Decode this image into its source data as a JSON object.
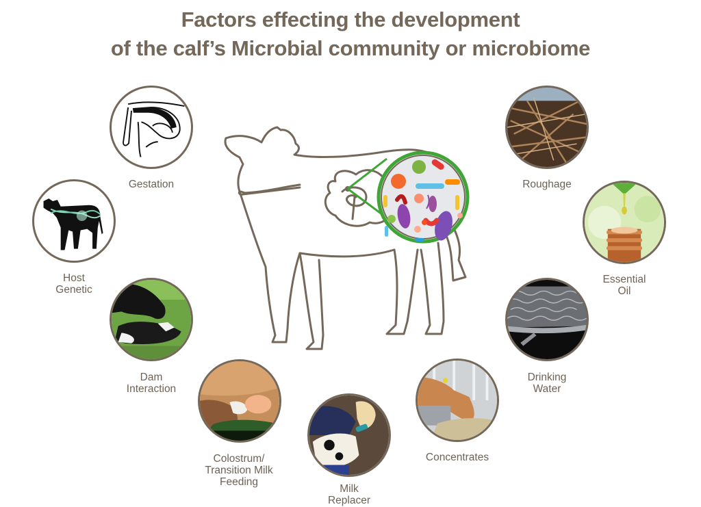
{
  "title": {
    "line1": "Factors effecting the development",
    "line2": "of the calf’s Microbial community or microbiome"
  },
  "center": {
    "illustration": "calf-outline-with-digestive-tract",
    "zoom_callout": "microbiome-bacteria-magnified",
    "callout_color": "#3fa535",
    "outline_color": "#74685a"
  },
  "factors": [
    {
      "id": "gestation",
      "lines": [
        "Gestation"
      ],
      "image": "gestation-uterus-illustration"
    },
    {
      "id": "host-genetic",
      "lines": [
        "Host",
        "Genetic"
      ],
      "image": "calf-silhouette-dna"
    },
    {
      "id": "dam-interaction",
      "lines": [
        "Dam",
        "Interaction"
      ],
      "image": "cow-licking-newborn-calf-photo"
    },
    {
      "id": "colostrum",
      "lines": [
        "Colostrum/",
        "Transition Milk",
        "Feeding"
      ],
      "image": "calf-suckling-udder-photo"
    },
    {
      "id": "milk-replacer",
      "lines": [
        "Milk",
        "Replacer"
      ],
      "image": "calf-bottle-feeding-photo"
    },
    {
      "id": "concentrates",
      "lines": [
        "Concentrates"
      ],
      "image": "calf-eating-pellets-photo"
    },
    {
      "id": "drinking-water",
      "lines": [
        "Drinking",
        "Water"
      ],
      "image": "water-trough-photo"
    },
    {
      "id": "essential-oil",
      "lines": [
        "Essential",
        "Oil"
      ],
      "image": "oil-drop-leaf-bottle-photo"
    },
    {
      "id": "roughage",
      "lines": [
        "Roughage"
      ],
      "image": "hay-straw-photo"
    }
  ],
  "colors": {
    "text": "#6e6255",
    "circle_border": "#74685a",
    "microbe_green": "#3fa535"
  }
}
